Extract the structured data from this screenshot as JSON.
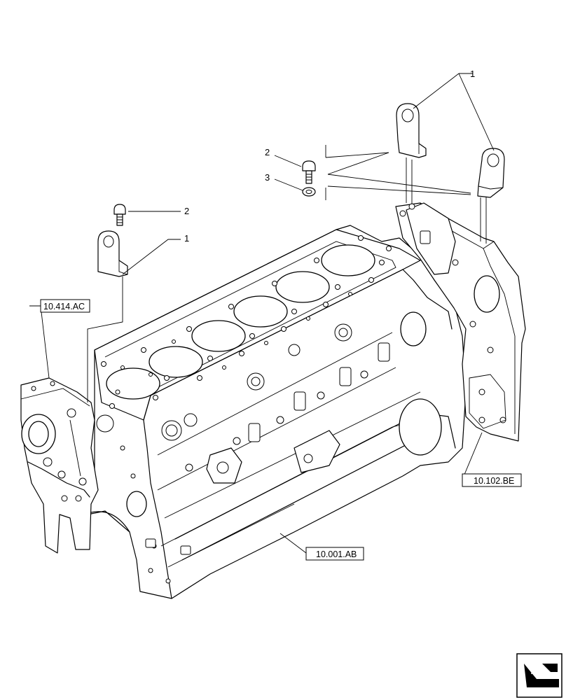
{
  "callouts": {
    "c1_top": "1",
    "c2_top": "2",
    "c3_top": "3",
    "c2_left": "2",
    "c1_left": "1"
  },
  "references": {
    "front_support": "10.414.AC",
    "rear_cover": "10.102.BE",
    "engine_block": "10.001.AB"
  },
  "icons": {
    "nav": "next-page-arrow-icon"
  }
}
